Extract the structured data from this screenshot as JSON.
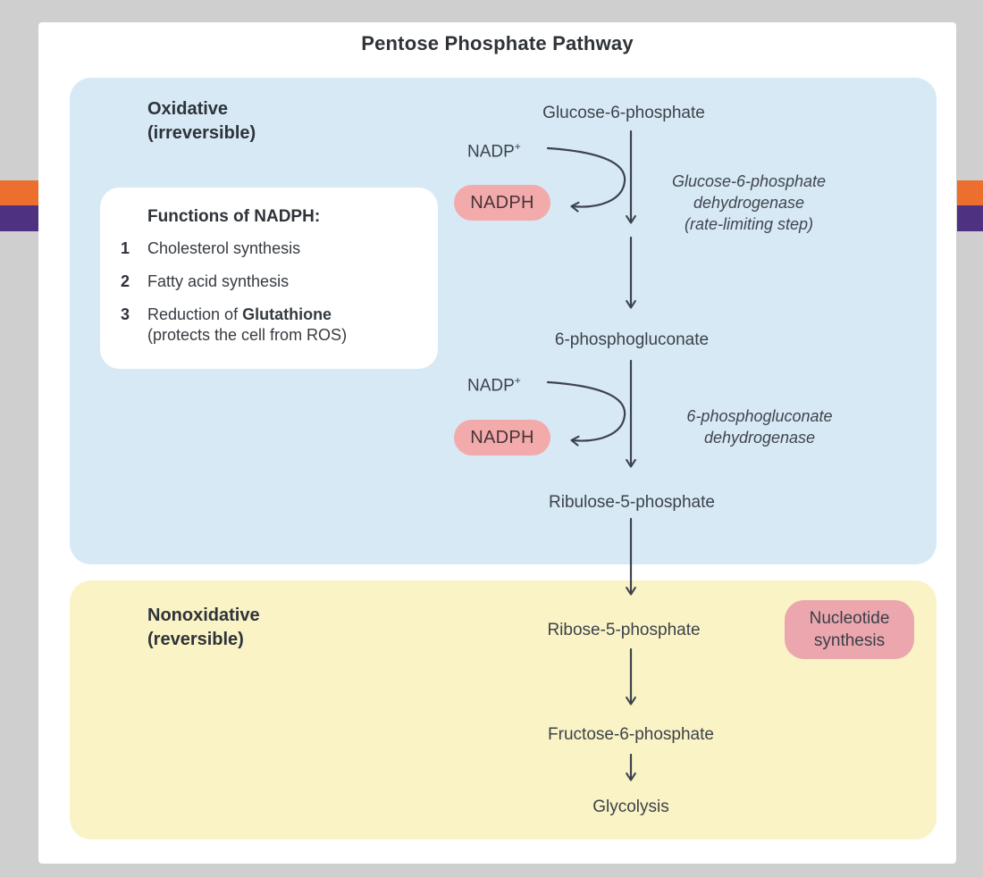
{
  "title": "Pentose Phosphate Pathway",
  "colors": {
    "background": "#cfcfcf",
    "card": "#ffffff",
    "oxidative_box": "#d7e9f5",
    "nonoxidative_box": "#faf3c5",
    "nadph_badge": "#f3aaab",
    "nucleotide_badge": "#eba6ae",
    "accent_orange": "#ec6f2d",
    "accent_purple": "#4e3180",
    "arrow": "#3d434d",
    "text": "#363b41"
  },
  "oxidative": {
    "label": {
      "line1": "Oxidative",
      "line2": "(irreversible)"
    },
    "functions": {
      "heading": "Functions of NADPH:",
      "items": [
        {
          "num": "1",
          "pre": "Cholesterol synthesis",
          "bold": "",
          "line2": ""
        },
        {
          "num": "2",
          "pre": "Fatty acid synthesis",
          "bold": "",
          "line2": ""
        },
        {
          "num": "3",
          "pre": "Reduction of ",
          "bold": "Glutathione",
          "line2": "(protects the cell from ROS)"
        }
      ]
    },
    "flow": {
      "glucose6p": "Glucose-6-phosphate",
      "nadp1": {
        "base": "NADP",
        "sup": "+"
      },
      "nadph1": "NADPH",
      "enzyme1": {
        "line1": "Glucose-6-phosphate",
        "line2": "dehydrogenase",
        "line3": "(rate-limiting step)"
      },
      "phosphogluconate": "6-phosphogluconate",
      "nadp2": {
        "base": "NADP",
        "sup": "+"
      },
      "nadph2": "NADPH",
      "enzyme2": {
        "line1": "6-phosphogluconate",
        "line2": "dehydrogenase"
      },
      "ribulose5p": "Ribulose-5-phosphate"
    }
  },
  "nonoxidative": {
    "label": {
      "line1": "Nonoxidative",
      "line2": "(reversible)"
    },
    "flow": {
      "ribose5p": "Ribose-5-phosphate",
      "nucleotide_badge": {
        "line1": "Nucleotide",
        "line2": "synthesis"
      },
      "fructose6p": "Fructose-6-phosphate",
      "glycolysis": "Glycolysis"
    }
  }
}
